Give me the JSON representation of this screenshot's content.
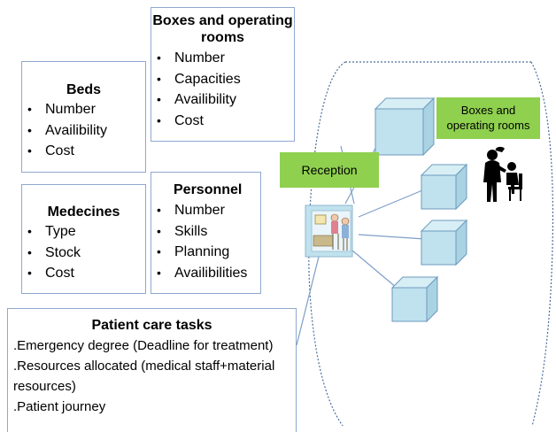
{
  "rooms_box": {
    "title": "Boxes and operating rooms",
    "items": [
      "Number",
      "Capacities",
      "Availibility",
      "Cost"
    ]
  },
  "beds_box": {
    "title": "Beds",
    "items": [
      "Number",
      "Availibility",
      "Cost"
    ]
  },
  "medecines_box": {
    "title": "Medecines",
    "items": [
      "Type",
      "Stock",
      "Cost"
    ]
  },
  "personnel_box": {
    "title": "Personnel",
    "items": [
      "Number",
      "Skills",
      "Planning",
      "Availibilities"
    ]
  },
  "patient_box": {
    "title": "Patient care tasks",
    "lines": [
      ".Emergency degree (Deadline for treatment)",
      ".Resources allocated (medical staff+material resources)",
      ".Patient journey"
    ]
  },
  "labels": {
    "reception": "Reception",
    "rooms": "Boxes and operating rooms"
  },
  "colors": {
    "box_border": "#8fa8cf",
    "green_label": "#8fd04f",
    "cube_face": "#bfe2ee",
    "cube_edge": "#6c9bbd",
    "connector": "#7f9fc8"
  },
  "icons": {
    "reception": "reception-desk-icon",
    "doctor": "doctor-patient-icon"
  }
}
